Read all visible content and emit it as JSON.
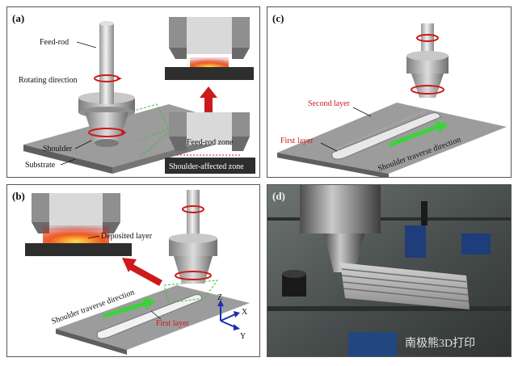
{
  "panel_a": {
    "label": "(a)",
    "feed_rod": "Feed-rod",
    "rotating_direction": "Rotating direction",
    "shoulder": "Shoulder",
    "substrate": "Substrate",
    "feed_rod_zone": "Feed-rod zone",
    "shoulder_affected_zone": "Shoulder-affected zone"
  },
  "panel_b": {
    "label": "(b)",
    "deposited_layer": "Deposited layer",
    "shoulder_traverse_direction": "Shoulder traverse direction",
    "first_layer": "First layer",
    "axis_z": "Z",
    "axis_x": "X",
    "axis_y": "Y"
  },
  "panel_c": {
    "label": "(c)",
    "second_layer": "Second layer",
    "first_layer": "First layer",
    "shoulder_traverse_direction": "Shoulder traverse direction"
  },
  "panel_d": {
    "label": "(d)",
    "watermark": "南极熊3D打印"
  },
  "colors": {
    "red": "#cc1a1a",
    "green_arrow": "#3ed13e",
    "substrate": "#8a8a8a",
    "metal": "#b8b8b8",
    "dark_block": "#2e2e2e",
    "heat": "#f05a1e"
  }
}
